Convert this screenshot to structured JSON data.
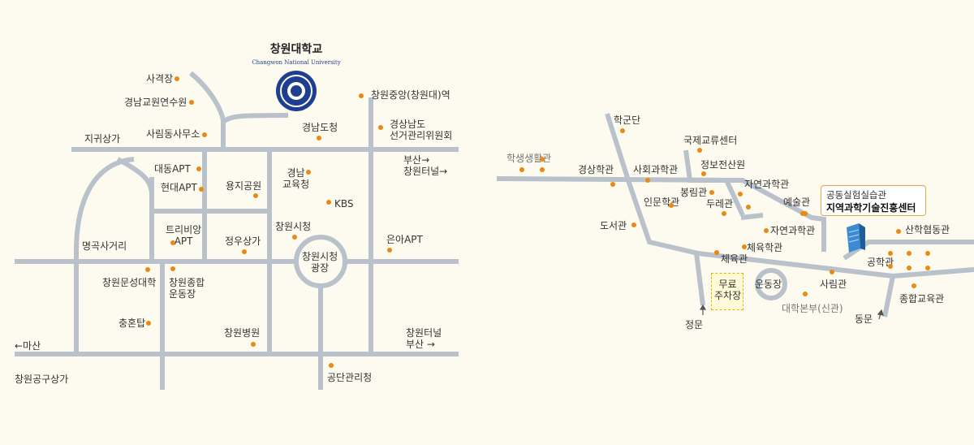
{
  "university": {
    "name": "창원대학교",
    "name_en": "Changwon National University"
  },
  "left_map": {
    "places": [
      {
        "id": "shooting-range",
        "label": "사격장",
        "dot": true
      },
      {
        "id": "teacher-training",
        "label": "경남교원연수원",
        "dot": true
      },
      {
        "id": "forest-office",
        "label": "사림동사무소",
        "dot": true
      },
      {
        "id": "jigwi-mall",
        "label": "지귀상가",
        "dot": false
      },
      {
        "id": "daedong-apt",
        "label": "대동APT",
        "dot": true
      },
      {
        "id": "hyundai-apt",
        "label": "현대APT",
        "dot": true
      },
      {
        "id": "yongji-park",
        "label": "용지공원",
        "dot": true
      },
      {
        "id": "gyeongnam-office",
        "label": "경남도청",
        "dot": true
      },
      {
        "id": "gyeongnam-edu",
        "label": "경남\n교육청",
        "dot": true
      },
      {
        "id": "kbs",
        "label": "KBS",
        "dot": true
      },
      {
        "id": "changwon-city-hall",
        "label": "창원시청",
        "dot": true
      },
      {
        "id": "triviang-apt",
        "label": "트리비앙\nAPT",
        "dot": true
      },
      {
        "id": "jeongwoo-mall",
        "label": "정우상가",
        "dot": true
      },
      {
        "id": "myeonggok",
        "label": "명곡사거리",
        "dot": false
      },
      {
        "id": "munseong-univ",
        "label": "창원문성대학",
        "dot": true
      },
      {
        "id": "sports-complex",
        "label": "창원종합\n운동장",
        "dot": true
      },
      {
        "id": "chunghon-tower",
        "label": "충혼탑",
        "dot": true
      },
      {
        "id": "changwon-hospital",
        "label": "창원병원",
        "dot": true
      },
      {
        "id": "gongdan-office",
        "label": "공단관리청",
        "dot": true
      },
      {
        "id": "eunah-apt",
        "label": "은아APT",
        "dot": true
      },
      {
        "id": "jungang-station",
        "label": "창원중앙(창원대)역",
        "dot": true
      },
      {
        "id": "election-commission",
        "label": "경상남도\n선거관리위원회",
        "dot": true
      },
      {
        "id": "gonggu-mall",
        "label": "창원공구상가",
        "dot": false
      }
    ],
    "city_hall_plaza": "창원시청\n광장",
    "directions": {
      "busan_top": "부산→\n창원터널→",
      "busan_bottom": "창원터널\n부산 →",
      "masan": "←마산"
    }
  },
  "right_map": {
    "places": [
      {
        "id": "hakgun",
        "label": "학군단",
        "dot": true,
        "gray": false
      },
      {
        "id": "student-hall",
        "label": "학생생활관",
        "dot": true,
        "gray": true
      },
      {
        "id": "gyeongsang",
        "label": "경상학관",
        "dot": true,
        "gray": false
      },
      {
        "id": "social-science",
        "label": "사회과학관",
        "dot": true,
        "gray": false
      },
      {
        "id": "intl-center",
        "label": "국제교류센터",
        "dot": true,
        "gray": false
      },
      {
        "id": "info-center",
        "label": "정보전산원",
        "dot": true,
        "gray": false
      },
      {
        "id": "bongrim",
        "label": "봉림관",
        "dot": true,
        "gray": false
      },
      {
        "id": "natural-sci-1",
        "label": "자연과학관",
        "dot": true,
        "gray": false
      },
      {
        "id": "humanities",
        "label": "인문학관",
        "dot": true,
        "gray": false
      },
      {
        "id": "dure",
        "label": "두레관",
        "dot": true,
        "gray": false
      },
      {
        "id": "arts",
        "label": "예술관",
        "dot": true,
        "gray": false
      },
      {
        "id": "library",
        "label": "도서관",
        "dot": true,
        "gray": false
      },
      {
        "id": "natural-sci-2",
        "label": "자연과학관",
        "dot": true,
        "gray": false
      },
      {
        "id": "sanhak",
        "label": "산학협동관",
        "dot": true,
        "gray": false
      },
      {
        "id": "pe-hall",
        "label": "체육학관",
        "dot": true,
        "gray": false
      },
      {
        "id": "gym",
        "label": "체육관",
        "dot": true,
        "gray": false
      },
      {
        "id": "engineering",
        "label": "공학관",
        "dot": true,
        "gray": false
      },
      {
        "id": "sarim",
        "label": "사림관",
        "dot": true,
        "gray": false
      },
      {
        "id": "main-hq",
        "label": "대학본부(신관)",
        "dot": true,
        "gray": true
      },
      {
        "id": "general-edu",
        "label": "종합교육관",
        "dot": true,
        "gray": false
      }
    ],
    "center": {
      "line1": "공동실험실습관",
      "line2": "지역과학기술진흥센터"
    },
    "parking": "무료\n주차장",
    "field": "운동장",
    "main_gate": "정문",
    "east_gate": "동문"
  },
  "colors": {
    "road": "#b9c2cb",
    "dot": "#e88a14",
    "background": "#fdfbf0",
    "logo": "#1e3f8f",
    "center_border": "#e8a24a",
    "parking_border": "#e6b400"
  }
}
